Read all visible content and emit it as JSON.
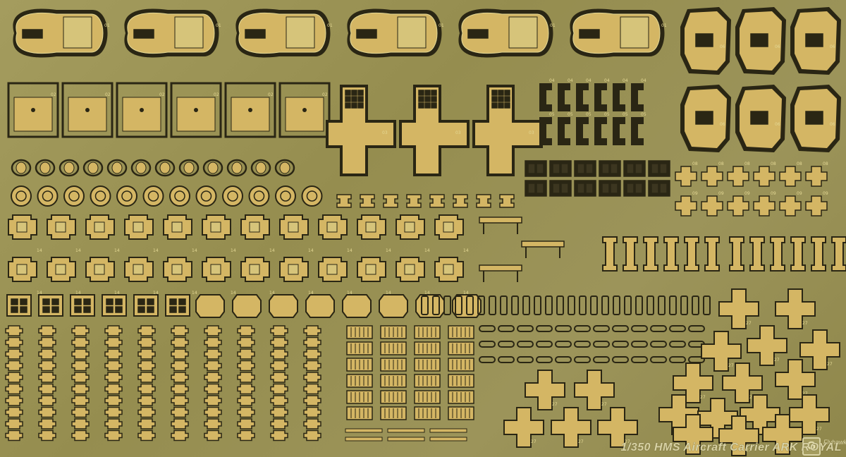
{
  "fret": {
    "caption": "1/350 HMS Aircraft Carrier ARK ROYAL",
    "badge": "G",
    "logo_text": "Flyhawk"
  },
  "part_groups": [
    {
      "id": "01",
      "count": 6
    },
    {
      "id": "02",
      "count": 6
    },
    {
      "id": "03",
      "count": 3
    },
    {
      "id": "04",
      "count": 6
    },
    {
      "id": "05",
      "count": 6
    },
    {
      "id": "06",
      "count": 6
    },
    {
      "id": "07",
      "count": 12
    },
    {
      "id": "08",
      "count": 6
    },
    {
      "id": "09",
      "count": 6
    },
    {
      "id": "10",
      "count": 12
    },
    {
      "id": "11",
      "count": 12
    },
    {
      "id": "12",
      "count": 8
    },
    {
      "id": "13",
      "count": 3
    },
    {
      "id": "14",
      "count": 24
    },
    {
      "id": "15",
      "count": 3
    },
    {
      "id": "16",
      "count": 6
    },
    {
      "id": "17",
      "count": 6
    },
    {
      "id": "18",
      "count": 6
    },
    {
      "id": "19",
      "count": 8
    },
    {
      "id": "20",
      "count": 26
    },
    {
      "id": "21",
      "count": 100
    },
    {
      "id": "22",
      "count": 24
    },
    {
      "id": "23",
      "count": 6
    },
    {
      "id": "24",
      "count": 12
    },
    {
      "id": "25",
      "count": 12
    },
    {
      "id": "26",
      "count": 12
    },
    {
      "id": "27",
      "count": 20
    }
  ],
  "colors": {
    "brass": "#9a9254",
    "etch_dark": "#2a2614",
    "part_face": "#c8b868",
    "gold": "#d4b664",
    "highlight": "#e4d894"
  }
}
